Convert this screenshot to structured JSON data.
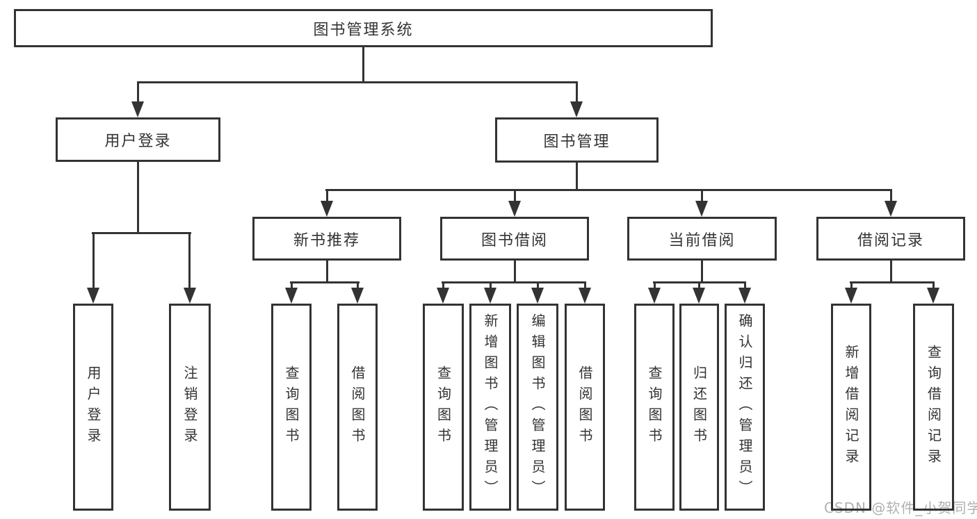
{
  "tree": {
    "label": "图书管理系统",
    "children": [
      {
        "label": "用户登录",
        "children": [
          {
            "label": "用户登录"
          },
          {
            "label": "注销登录"
          }
        ]
      },
      {
        "label": "图书管理",
        "children": [
          {
            "label": "新书推荐",
            "children": [
              {
                "label": "查询图书"
              },
              {
                "label": "借阅图书"
              }
            ]
          },
          {
            "label": "图书借阅",
            "children": [
              {
                "label": "查询图书"
              },
              {
                "label": "新增图书（管理员）"
              },
              {
                "label": "编辑图书（管理员）"
              },
              {
                "label": "借阅图书"
              }
            ]
          },
          {
            "label": "当前借阅",
            "children": [
              {
                "label": "查询图书"
              },
              {
                "label": "归还图书"
              },
              {
                "label": "确认归还（管理员）"
              }
            ]
          },
          {
            "label": "借阅记录",
            "children": [
              {
                "label": "新增借阅记录"
              },
              {
                "label": "查询借阅记录"
              }
            ]
          }
        ]
      }
    ]
  },
  "watermark": "CSDN @软件_小贺同学",
  "colors": {
    "line": "#333333",
    "text": "#333333",
    "watermark": "#b0b0b0",
    "background": "#ffffff"
  }
}
